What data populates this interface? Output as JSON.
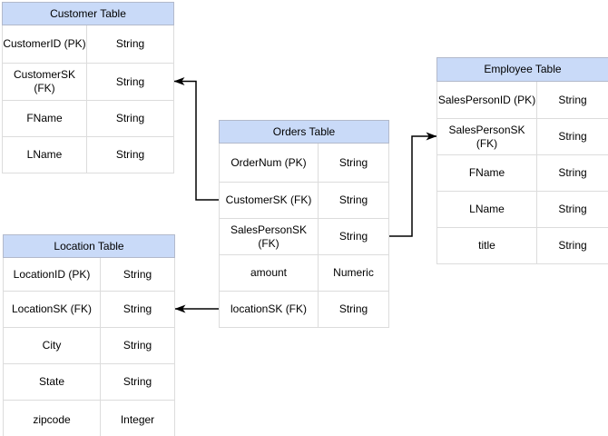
{
  "app": {
    "background": "#ffffff"
  },
  "colors": {
    "header_fill": "#c9daf8",
    "header_border": "#b2b9cb",
    "grid_border": "#dcdcdc",
    "connector": "#000000",
    "text": "#000000"
  },
  "tables": [
    {
      "id": "customer",
      "title": "Customer Table",
      "fields": [
        {
          "name": "CustomerID (PK)",
          "type": "String"
        },
        {
          "name": "CustomerSK\n(FK)",
          "type": "String"
        },
        {
          "name": "FName",
          "type": "String"
        },
        {
          "name": "LName",
          "type": "String"
        }
      ]
    },
    {
      "id": "orders",
      "title": "Orders Table",
      "fields": [
        {
          "name": "OrderNum (PK)",
          "type": "String"
        },
        {
          "name": "CustomerSK (FK)",
          "type": "String"
        },
        {
          "name": "SalesPersonSK\n(FK)",
          "type": "String"
        },
        {
          "name": "amount",
          "type": "Numeric"
        },
        {
          "name": "locationSK (FK)",
          "type": "String"
        }
      ]
    },
    {
      "id": "employee",
      "title": "Employee Table",
      "fields": [
        {
          "name": "SalesPersonID (PK)",
          "type": "String"
        },
        {
          "name": "SalesPersonSK\n(FK)",
          "type": "String"
        },
        {
          "name": "FName",
          "type": "String"
        },
        {
          "name": "LName",
          "type": "String"
        },
        {
          "name": "title",
          "type": "String"
        }
      ]
    },
    {
      "id": "location",
      "title": "Location Table",
      "fields": [
        {
          "name": "LocationID (PK)",
          "type": "String"
        },
        {
          "name": "LocationSK (FK)",
          "type": "String"
        },
        {
          "name": "City",
          "type": "String"
        },
        {
          "name": "State",
          "type": "String"
        },
        {
          "name": "zipcode",
          "type": "Integer"
        }
      ]
    }
  ],
  "relationships": [
    {
      "from_table": "Orders Table",
      "from_field": "CustomerSK (FK)",
      "to_table": "Customer Table",
      "to_field": "CustomerSK (FK)"
    },
    {
      "from_table": "Orders Table",
      "from_field": "SalesPersonSK (FK)",
      "to_table": "Employee Table",
      "to_field": "SalesPersonSK (FK)"
    },
    {
      "from_table": "Orders Table",
      "from_field": "locationSK (FK)",
      "to_table": "Location Table",
      "to_field": "LocationSK (FK)"
    }
  ]
}
